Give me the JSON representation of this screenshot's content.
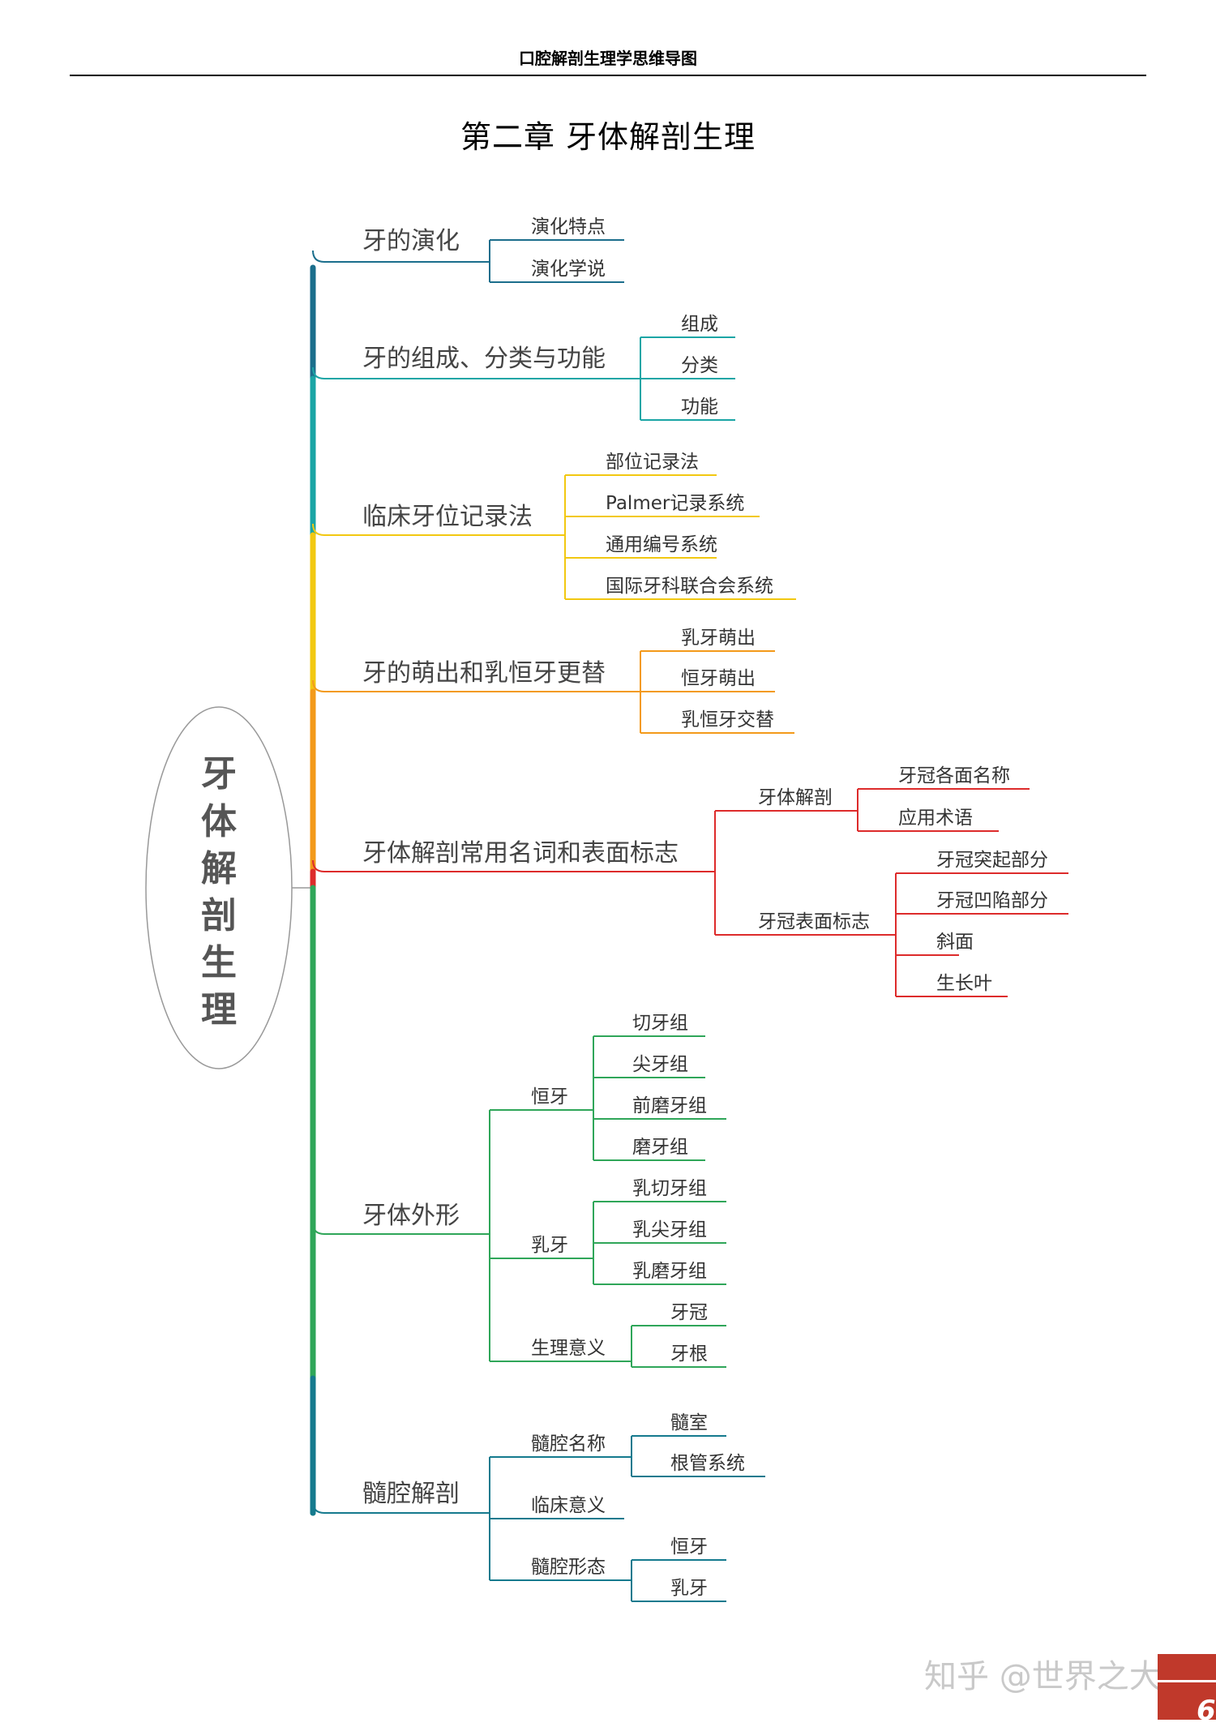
{
  "header": {
    "title": "口腔解剖生理学思维导图"
  },
  "chapter_title": "第二章  牙体解剖生理",
  "root": {
    "chars": [
      "牙",
      "体",
      "解",
      "剖",
      "生",
      "理"
    ]
  },
  "branches": [
    {
      "label": "牙的演化",
      "color": "#1b6e8c",
      "children": [
        {
          "label": "演化特点"
        },
        {
          "label": "演化学说"
        }
      ]
    },
    {
      "label": "牙的组成、分类与功能",
      "color": "#1aa5a5",
      "children": [
        {
          "label": "组成"
        },
        {
          "label": "分类"
        },
        {
          "label": "功能"
        }
      ]
    },
    {
      "label": "临床牙位记录法",
      "color": "#f2c811",
      "children": [
        {
          "label": "部位记录法"
        },
        {
          "label": "Palmer记录系统"
        },
        {
          "label": "通用编号系统"
        },
        {
          "label": "国际牙科联合会系统"
        }
      ]
    },
    {
      "label": "牙的萌出和乳恒牙更替",
      "color": "#f39a1a",
      "children": [
        {
          "label": "乳牙萌出"
        },
        {
          "label": "恒牙萌出"
        },
        {
          "label": "乳恒牙交替"
        }
      ]
    },
    {
      "label": "牙体解剖常用名词和表面标志",
      "color": "#dd2b2b",
      "children": [
        {
          "label": "牙体解剖",
          "children": [
            {
              "label": "牙冠各面名称"
            },
            {
              "label": "应用术语"
            }
          ]
        },
        {
          "label": "牙冠表面标志",
          "children": [
            {
              "label": "牙冠突起部分"
            },
            {
              "label": "牙冠凹陷部分"
            },
            {
              "label": "斜面"
            },
            {
              "label": "生长叶"
            }
          ]
        }
      ]
    },
    {
      "label": "牙体外形",
      "color": "#2fa659",
      "children": [
        {
          "label": "恒牙",
          "children": [
            {
              "label": "切牙组"
            },
            {
              "label": "尖牙组"
            },
            {
              "label": "前磨牙组"
            },
            {
              "label": "磨牙组"
            }
          ]
        },
        {
          "label": "乳牙",
          "children": [
            {
              "label": "乳切牙组"
            },
            {
              "label": "乳尖牙组"
            },
            {
              "label": "乳磨牙组"
            }
          ]
        },
        {
          "label": "生理意义",
          "children": [
            {
              "label": "牙冠"
            },
            {
              "label": "牙根"
            }
          ]
        }
      ]
    },
    {
      "label": "髓腔解剖",
      "color": "#157a8e",
      "children": [
        {
          "label": "髓腔名称",
          "children": [
            {
              "label": "髓室"
            },
            {
              "label": "根管系统"
            }
          ]
        },
        {
          "label": "临床意义"
        },
        {
          "label": "髓腔形态",
          "children": [
            {
              "label": "恒牙"
            },
            {
              "label": "乳牙"
            }
          ]
        }
      ]
    }
  ],
  "watermark": "知乎 @世界之大",
  "page_number": "6"
}
